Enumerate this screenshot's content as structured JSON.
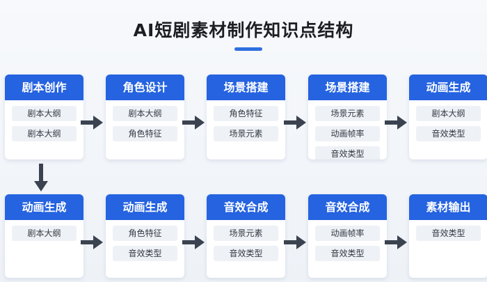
{
  "title": "AI短剧素材制作知识点结构",
  "rows": [
    [
      {
        "title": "剧本创作",
        "items": [
          "剧本大纲",
          "剧本大纲"
        ]
      },
      {
        "title": "角色设计",
        "items": [
          "剧本大纲",
          "角色特征"
        ]
      },
      {
        "title": "场景搭建",
        "items": [
          "角色特征",
          "场景元素"
        ]
      },
      {
        "title": "场景搭建",
        "items": [
          "场景元素",
          "动画帧率",
          "音效类型"
        ]
      },
      {
        "title": "动画生成",
        "items": [
          "剧本大纲",
          "音效类型"
        ]
      }
    ],
    [
      {
        "title": "动画生成",
        "items": [
          "剧本大纲"
        ]
      },
      {
        "title": "动画生成",
        "items": [
          "角色特征",
          "音效类型"
        ]
      },
      {
        "title": "音效合成",
        "items": [
          "场景元素",
          "音效类型"
        ]
      },
      {
        "title": "音效合成",
        "items": [
          "动画帧率",
          "音效类型"
        ]
      },
      {
        "title": "素材输出",
        "items": [
          "音效类型"
        ]
      }
    ]
  ],
  "colors": {
    "accent": "#2563e0",
    "arrow": "#3b4350"
  }
}
